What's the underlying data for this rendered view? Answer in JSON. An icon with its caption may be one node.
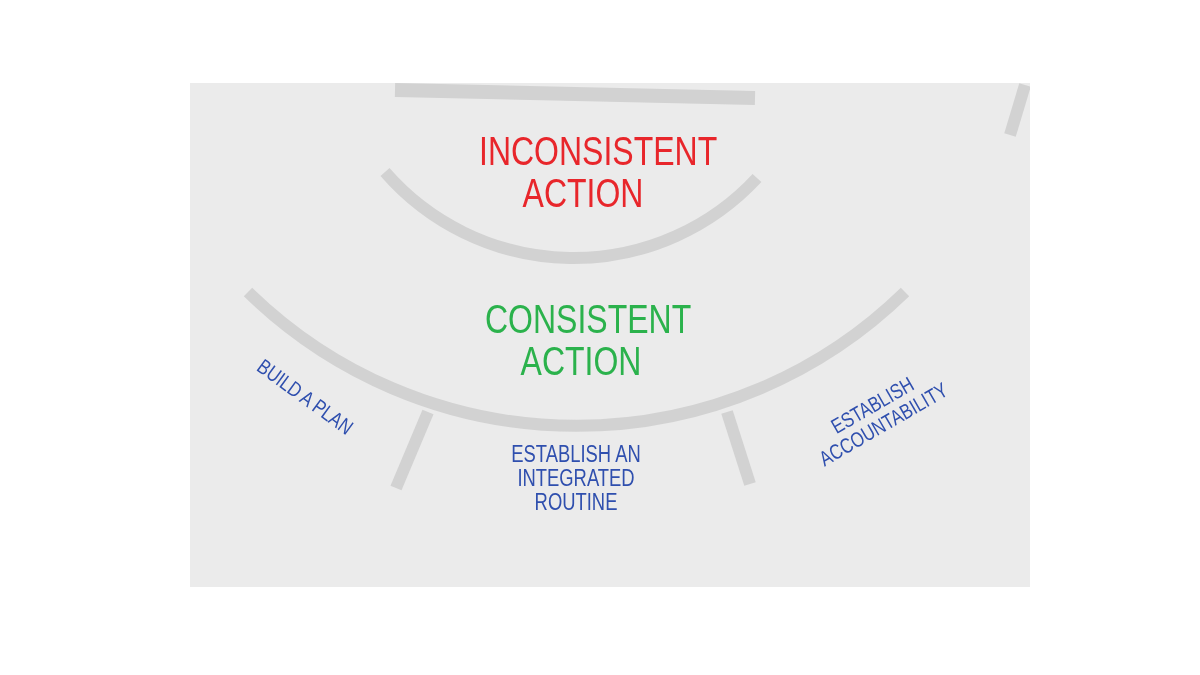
{
  "diagram": {
    "nodes": [
      {
        "text": [
          "INCONSISTENT ACTION"
        ]
      },
      {
        "text": [
          "CONSISTENT ACTION"
        ]
      },
      {
        "text": [
          "BUILD A PLAN"
        ]
      },
      {
        "text": [
          "ESTABLISH AN INTEGRATED ROUTINE"
        ]
      },
      {
        "text": [
          "ESTABLISH ACCOUNTABILITY"
        ]
      }
    ]
  }
}
